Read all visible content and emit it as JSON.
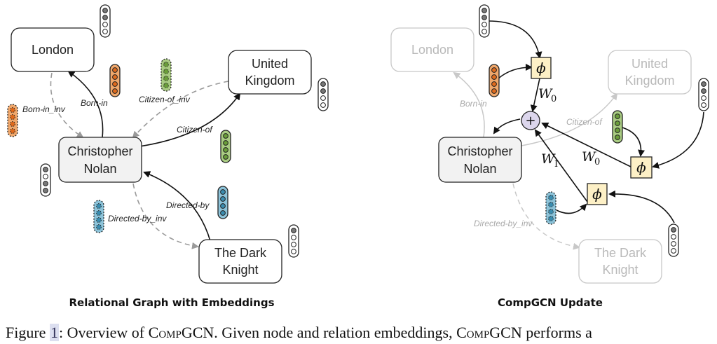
{
  "left_panel": {
    "title": "Relational Graph with Embeddings",
    "nodes": {
      "london": [
        "London"
      ],
      "uk": [
        "United",
        "Kingdom"
      ],
      "nolan": [
        "Christopher",
        "Nolan"
      ],
      "knight": [
        "The Dark",
        "Knight"
      ]
    },
    "relations": {
      "born_in": "Born-in",
      "born_in_inv": "Born-in_inv",
      "citizen_of": "Citizen-of",
      "citizen_of_inv": "Citizen-of_inv",
      "directed_by": "Directed-by",
      "directed_by_inv": "Directed-by_inv"
    }
  },
  "right_panel": {
    "title": "CompGCN Update",
    "nodes": {
      "london": [
        "London"
      ],
      "uk": [
        "United",
        "Kingdom"
      ],
      "nolan": [
        "Christopher",
        "Nolan"
      ],
      "knight": [
        "The Dark",
        "Knight"
      ]
    },
    "relations": {
      "born_in": "Born-in",
      "citizen_of": "Citizen-of",
      "directed_by_inv": "Directed-by_inv"
    },
    "phi": "ϕ",
    "plus": "+",
    "w_label": "W",
    "w0_sub": "0",
    "wi_sub": "I"
  },
  "caption": {
    "figure_word": "Figure",
    "figure_number": "1",
    "sep": ":  Overview of ",
    "comp1": "CompGCN",
    "mid": ". Given node and relation embeddings, ",
    "comp2": "CompGCN",
    "end": " performs a"
  },
  "colors": {
    "orange": "#f0a86c",
    "green": "#a9cc82",
    "blue": "#8cc3d9",
    "phi_fill": "#fdf0c6",
    "plus_fill": "#dcd6ec",
    "node_fill_nolan": "#f2f2f2"
  }
}
